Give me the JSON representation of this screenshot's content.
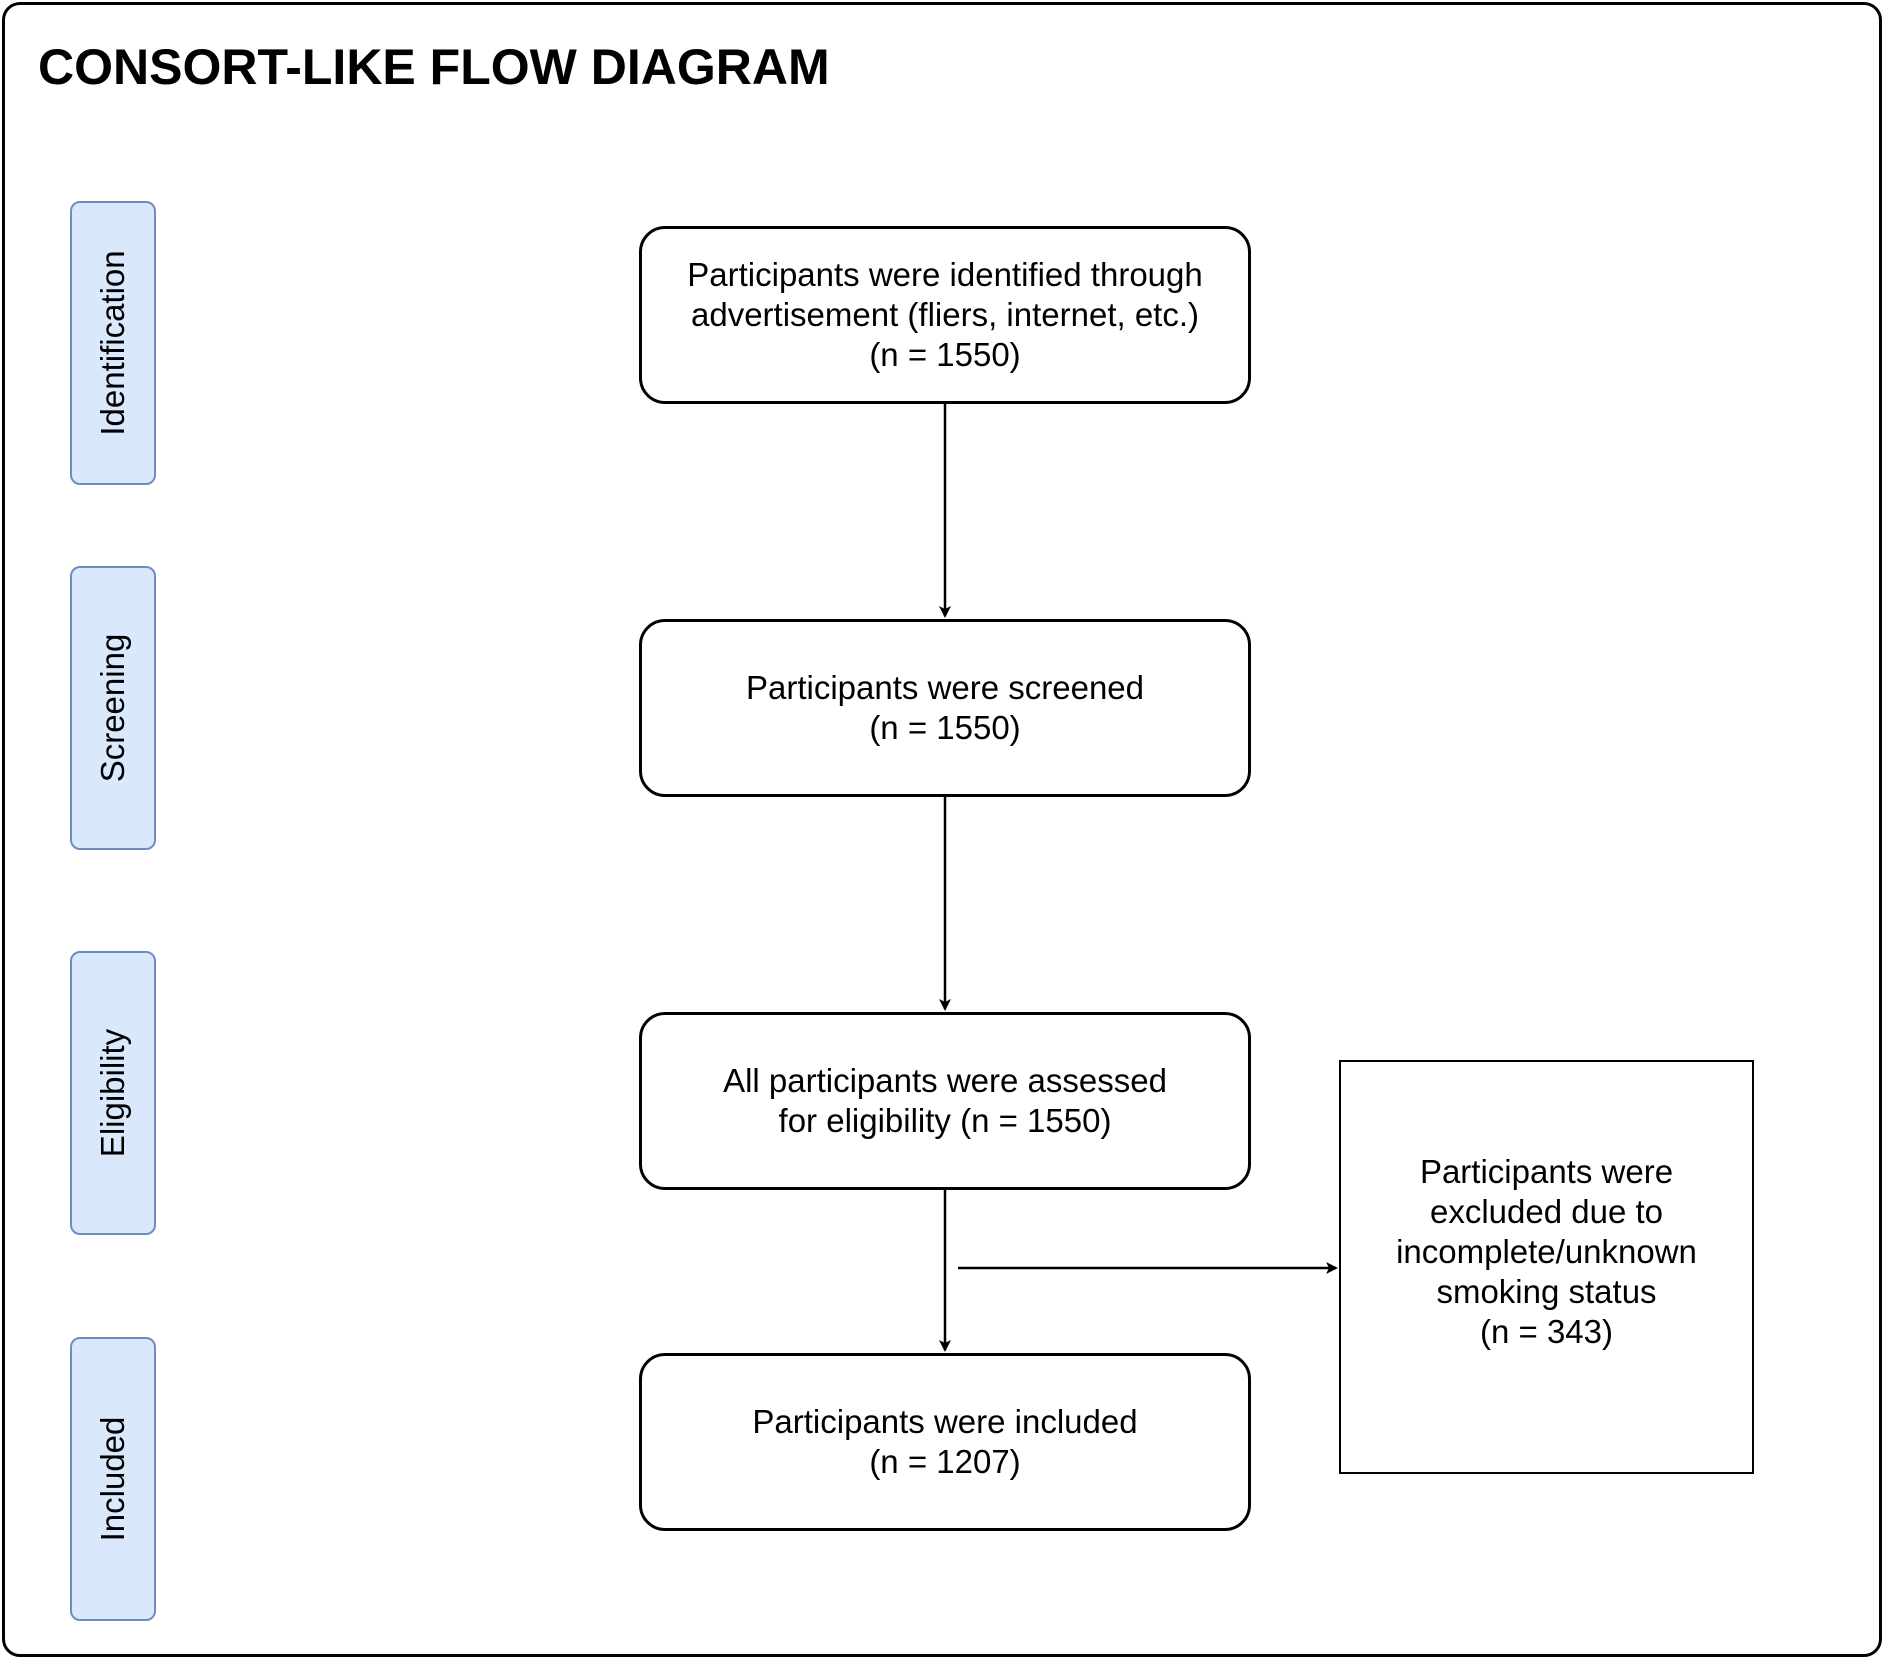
{
  "title": "CONSORT-LIKE FLOW DIAGRAM",
  "stages": [
    {
      "label": "Identification"
    },
    {
      "label": "Screening"
    },
    {
      "label": "Eligibility"
    },
    {
      "label": "Included"
    }
  ],
  "boxes": {
    "identified": {
      "lines": [
        "Participants were identified through",
        "advertisement (fliers, internet, etc.)",
        "(n = 1550)"
      ]
    },
    "screened": {
      "lines": [
        "Participants were screened",
        "(n = 1550)"
      ]
    },
    "eligibility": {
      "lines": [
        "All participants were assessed",
        "for eligibility (n = 1550)"
      ]
    },
    "included": {
      "lines": [
        "Participants were included",
        "(n = 1207)"
      ]
    },
    "excluded": {
      "lines": [
        "Participants were",
        "excluded due to",
        "incomplete/unknown",
        "smoking status",
        "(n = 343)"
      ]
    }
  },
  "colors": {
    "stage_fill": "#dae8fc",
    "stage_border": "#6c8ebf",
    "line": "#000000"
  }
}
